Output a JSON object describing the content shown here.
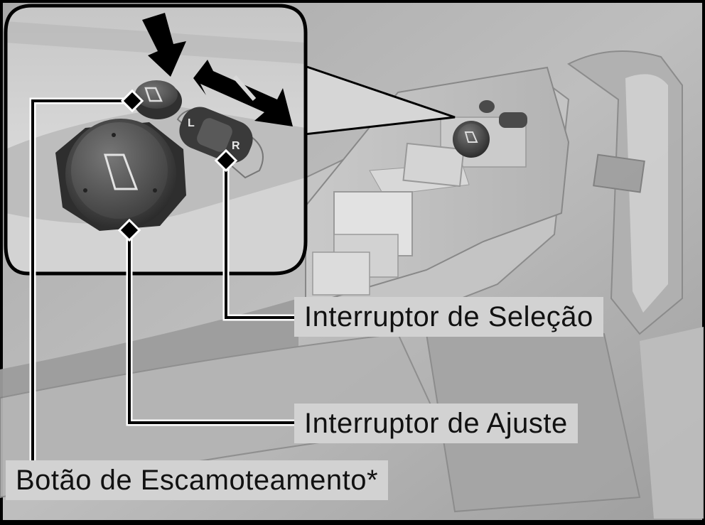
{
  "diagram": {
    "labels": {
      "selection_switch": "Interruptor de Seleção",
      "adjustment_switch": "Interruptor de Ajuste",
      "retract_button": "Botão de Escamoteamento*"
    },
    "switch_letters": {
      "left": "L",
      "right": "R"
    },
    "icons": {
      "mirror_symbol": "mirror-icon",
      "press_arrow": "arrow-down-icon",
      "slide_arrow": "double-arrow-icon"
    },
    "colors": {
      "frame": "#000000",
      "panel": "#b9b9b9",
      "label_bg": "#d2d2d2",
      "switch_dark": "#3c3c3c"
    }
  }
}
